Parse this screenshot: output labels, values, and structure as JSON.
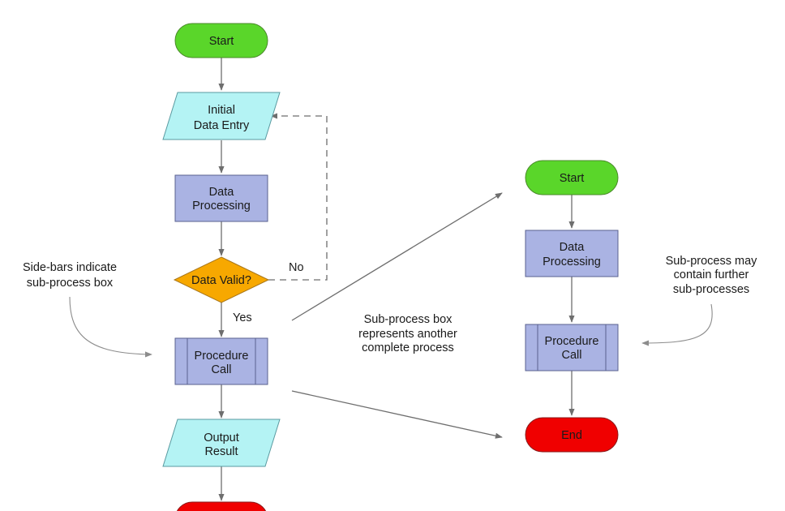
{
  "main_flow": {
    "start": "Start",
    "data_entry": [
      "Initial",
      "Data Entry"
    ],
    "data_processing": [
      "Data",
      "Processing"
    ],
    "decision": "Data Valid?",
    "decision_no": "No",
    "decision_yes": "Yes",
    "procedure_call": [
      "Procedure",
      "Call"
    ],
    "output": [
      "Output",
      "Result"
    ]
  },
  "sub_flow": {
    "start": "Start",
    "data_processing": [
      "Data",
      "Processing"
    ],
    "procedure_call": [
      "Procedure",
      "Call"
    ],
    "end": "End"
  },
  "notes": {
    "sidebars": [
      "Side-bars indicate",
      "sub-process box"
    ],
    "subprocess": [
      "Sub-process box",
      "represents another",
      "complete process"
    ],
    "nested": [
      "Sub-process may",
      "contain further",
      "sub-processes"
    ]
  },
  "colors": {
    "terminal_start": "#5ad62a",
    "terminal_end": "#f00000",
    "io": "#b4f3f4",
    "process": "#aab3e3",
    "decision": "#f7a800",
    "edge": "#6e6e6e"
  }
}
